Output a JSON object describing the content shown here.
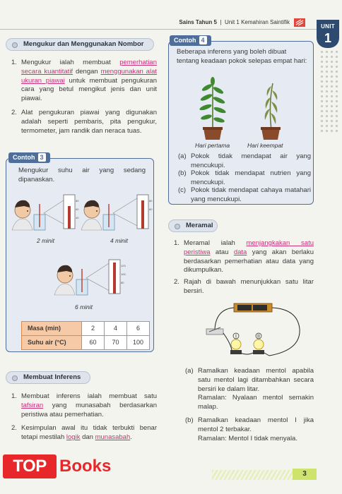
{
  "header": {
    "book": "Sains",
    "year": "Tahun 5",
    "unit_text": "Unit 1 Kemahiran Saintifik",
    "unit_tab_label": "UNIT",
    "unit_tab_number": "1"
  },
  "section1": {
    "title": "Mengukur dan Menggunakan Nombor",
    "items": [
      {
        "num": "1.",
        "p1": "Mengukur ialah membuat ",
        "h1": "pemerhatian secara kuantitatif",
        "p2": " dengan ",
        "h2": "menggunakan alat ukuran piawai",
        "p3": " untuk membuat pengukuran cara yang betul mengikut jenis dan unit piawai."
      },
      {
        "num": "2.",
        "text": "Alat pengukuran piawai yang digunakan adalah seperti pembaris, pita pengukur, termometer, jam randik dan neraca tuas."
      }
    ]
  },
  "contoh3": {
    "tag": "Contoh",
    "num": "3",
    "text": "Mengukur suhu air yang sedang dipanaskan.",
    "captions": [
      "2 minit",
      "4 minit",
      "6 minit"
    ],
    "table": {
      "row1_label": "Masa (min)",
      "row1_values": [
        "2",
        "4",
        "6"
      ],
      "row2_label": "Suhu air (°C)",
      "row2_values": [
        "60",
        "70",
        "100"
      ]
    }
  },
  "section2": {
    "title": "Membuat Inferens",
    "items": [
      {
        "num": "1.",
        "p1": "Membuat inferens ialah membuat satu ",
        "h1": "tafsiran",
        "p2": " yang munasabah berdasarkan peristiwa atau pemerhatian."
      },
      {
        "num": "2.",
        "p1": "Kesimpulan awal itu tidak terbukti benar tetapi mestilah ",
        "h1": "logik",
        "p2": " dan ",
        "h2": "munasabah",
        "p3": "."
      }
    ]
  },
  "contoh4": {
    "tag": "Contoh",
    "num": "4",
    "text": "Beberapa inferens yang boleh dibuat tentang keadaan pokok selepas empat hari:",
    "captions": [
      "Hari pertama",
      "Hari keempat"
    ],
    "options": [
      {
        "label": "(a)",
        "text": "Pokok tidak mendapat air yang mencukupi."
      },
      {
        "label": "(b)",
        "text": "Pokok tidak mendapat nutrien yang mencukupi."
      },
      {
        "label": "(c)",
        "text": "Pokok tidak mendapat cahaya matahari yang mencukupi."
      }
    ]
  },
  "section3": {
    "title": "Meramal",
    "items": [
      {
        "num": "1.",
        "p1": "Meramal ialah ",
        "h1": "menjangkakan satu peristiwa",
        "p2": " atau ",
        "h2": "data",
        "p3": " yang akan berlaku berdasarkan pemerhatian atau data yang dikumpulkan."
      },
      {
        "num": "2.",
        "text": "Rajah di bawah menunjukkan satu litar bersiri."
      }
    ],
    "bulb_labels": [
      "I",
      "II"
    ],
    "options": [
      {
        "label": "(a)",
        "text": "Ramalkan keadaan mentol apabila satu mentol lagi ditambahkan secara bersiri ke dalam litar.",
        "answer": "Ramalan: Nyalaan mentol semakin malap."
      },
      {
        "label": "(b)",
        "text": "Ramalkan keadaan mentol I jika mentol 2 terbakar.",
        "answer": "Ramalan: Mentol I tidak menyala."
      }
    ]
  },
  "footer": {
    "page_number": "3",
    "watermark_top": "TOP",
    "watermark_books": "Books"
  },
  "colors": {
    "accent_pink": "#c9307a",
    "contoh_blue": "#4f6f9a",
    "unit_navy": "#2e4a6f",
    "table_orange": "#f6c9a7",
    "page_lime": "#cde36b",
    "watermark_red": "#e8272b"
  }
}
